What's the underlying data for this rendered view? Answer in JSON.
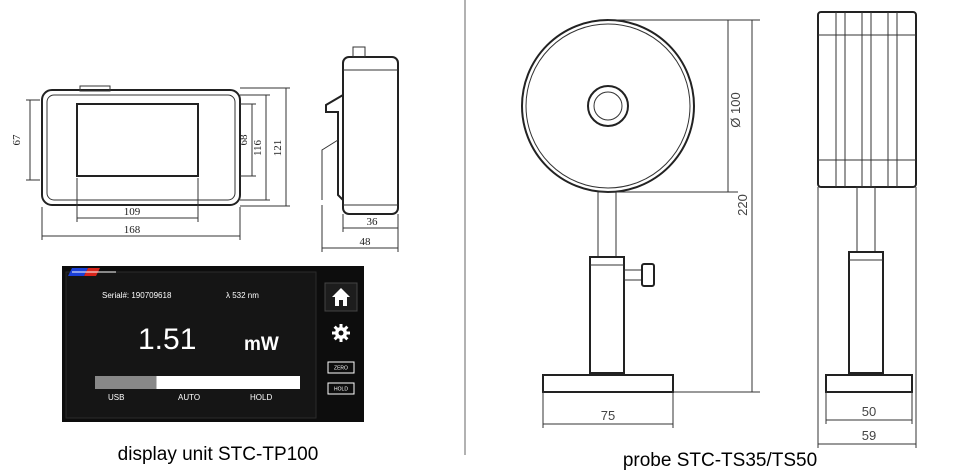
{
  "display_unit": {
    "dimensions": {
      "height_left": "67",
      "screen_height": "68",
      "body_height": "116",
      "outer_height": "121",
      "screen_width": "109",
      "outer_width": "168",
      "depth_body": "36",
      "depth_total": "48"
    },
    "screen": {
      "serial": "Serial#: 190709618",
      "wavelength": "λ 532 nm",
      "value": "1.51",
      "unit": "mW",
      "labels": [
        "USB",
        "AUTO",
        "HOLD"
      ],
      "buttons": [
        "ZERO",
        "HOLD"
      ],
      "progress": 0.3
    },
    "caption": "display unit STC-TP100"
  },
  "probe": {
    "dimensions": {
      "diameter": "Ø 100",
      "height": "220",
      "base_width": "75",
      "side_base": "50",
      "side_total": "59"
    },
    "caption": "probe STC-TS35/TS50"
  },
  "colors": {
    "screen_bg": "#0d0d0d",
    "line": "#333333",
    "accent_blue": "#1a3fd8",
    "accent_red": "#d8241a"
  }
}
